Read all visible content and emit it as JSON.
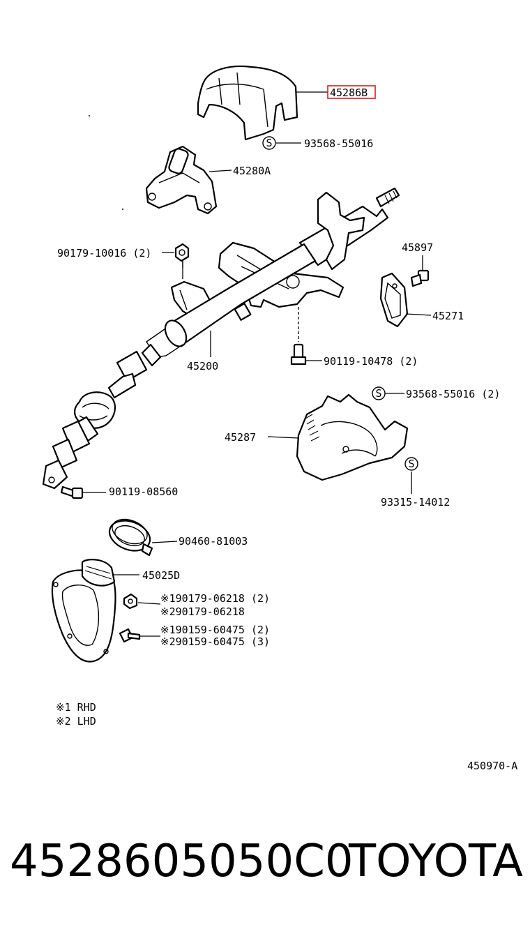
{
  "callouts": [
    {
      "text": "45286B",
      "highlighted": true
    },
    {
      "text": "93568-55016"
    },
    {
      "text": "45280A"
    },
    {
      "text": "90179-10016 (2)"
    },
    {
      "text": "45897"
    },
    {
      "text": "45271"
    },
    {
      "text": "90119-10478 (2)"
    },
    {
      "text": "45200"
    },
    {
      "text": "93568-55016 (2)"
    },
    {
      "text": "45287"
    },
    {
      "text": "93315-14012"
    },
    {
      "text": "90119-08560"
    },
    {
      "text": "90460-81003"
    },
    {
      "text": "45025D"
    },
    {
      "text": "※190179-06218 (2)"
    },
    {
      "text": "※290179-06218"
    },
    {
      "text": "※190159-60475 (2)"
    },
    {
      "text": "※290159-60475 (3)"
    }
  ],
  "legend": [
    {
      "text": "※1  RHD"
    },
    {
      "text": "※2  LHD"
    }
  ],
  "s_marker": "S",
  "diagram_code": "450970-A",
  "footer": {
    "part_number": "4528605050C0",
    "brand": "TOYOTA"
  },
  "colors": {
    "highlight_box": "#cc2222"
  }
}
